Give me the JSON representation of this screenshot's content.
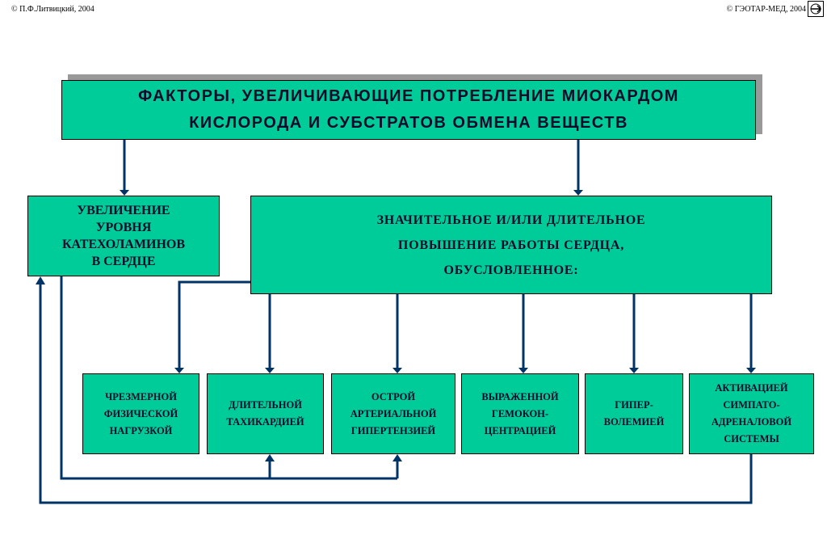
{
  "header": {
    "copyright_left": "© П.Ф.Литвицкий, 2004",
    "copyright_right": "© ГЭОТАР-МЕД, 2004",
    "logo_icon": "publisher-logo-icon"
  },
  "diagram": {
    "title": "ФАКТОРЫ, УВЕЛИЧИВАЮЩИЕ  ПОТРЕБЛЕНИЕ  МИОКАРДОМ\nКИСЛОРОДА  И  СУБСТРАТОВ  ОБМЕНА  ВЕЩЕСТВ",
    "catecholamine_box": "УВЕЛИЧЕНИЕ\nУРОВНЯ\nКАТЕХОЛАМИНОВ\nВ СЕРДЦЕ",
    "heart_work_box": "ЗНАЧИТЕЛЬНОЕ  И/ИЛИ  ДЛИТЕЛЬНОЕ\nПОВЫШЕНИЕ  РАБОТЫ  СЕРДЦА,\nОБУСЛОВЛЕННОЕ:",
    "causes": [
      "ЧРЕЗМЕРНОЙ\nФИЗИЧЕСКОЙ\nНАГРУЗКОЙ",
      "ДЛИТЕЛЬНОЙ\nТАХИКАРДИЕЙ",
      "ОСТРОЙ\nАРТЕРИАЛЬНОЙ\nГИПЕРТЕНЗИЕЙ",
      "ВЫРАЖЕННОЙ\nГЕМОКОН-\nЦЕНТРАЦИЕЙ",
      "ГИПЕР-\nВОЛЕМИЕЙ",
      "АКТИВАЦИЕЙ\nСИМПАТО-\nАДРЕНАЛОВОЙ\nСИСТЕМЫ"
    ],
    "colors": {
      "box_fill": "#00cc99",
      "arrow": "#003366",
      "shadow": "#999999"
    }
  }
}
